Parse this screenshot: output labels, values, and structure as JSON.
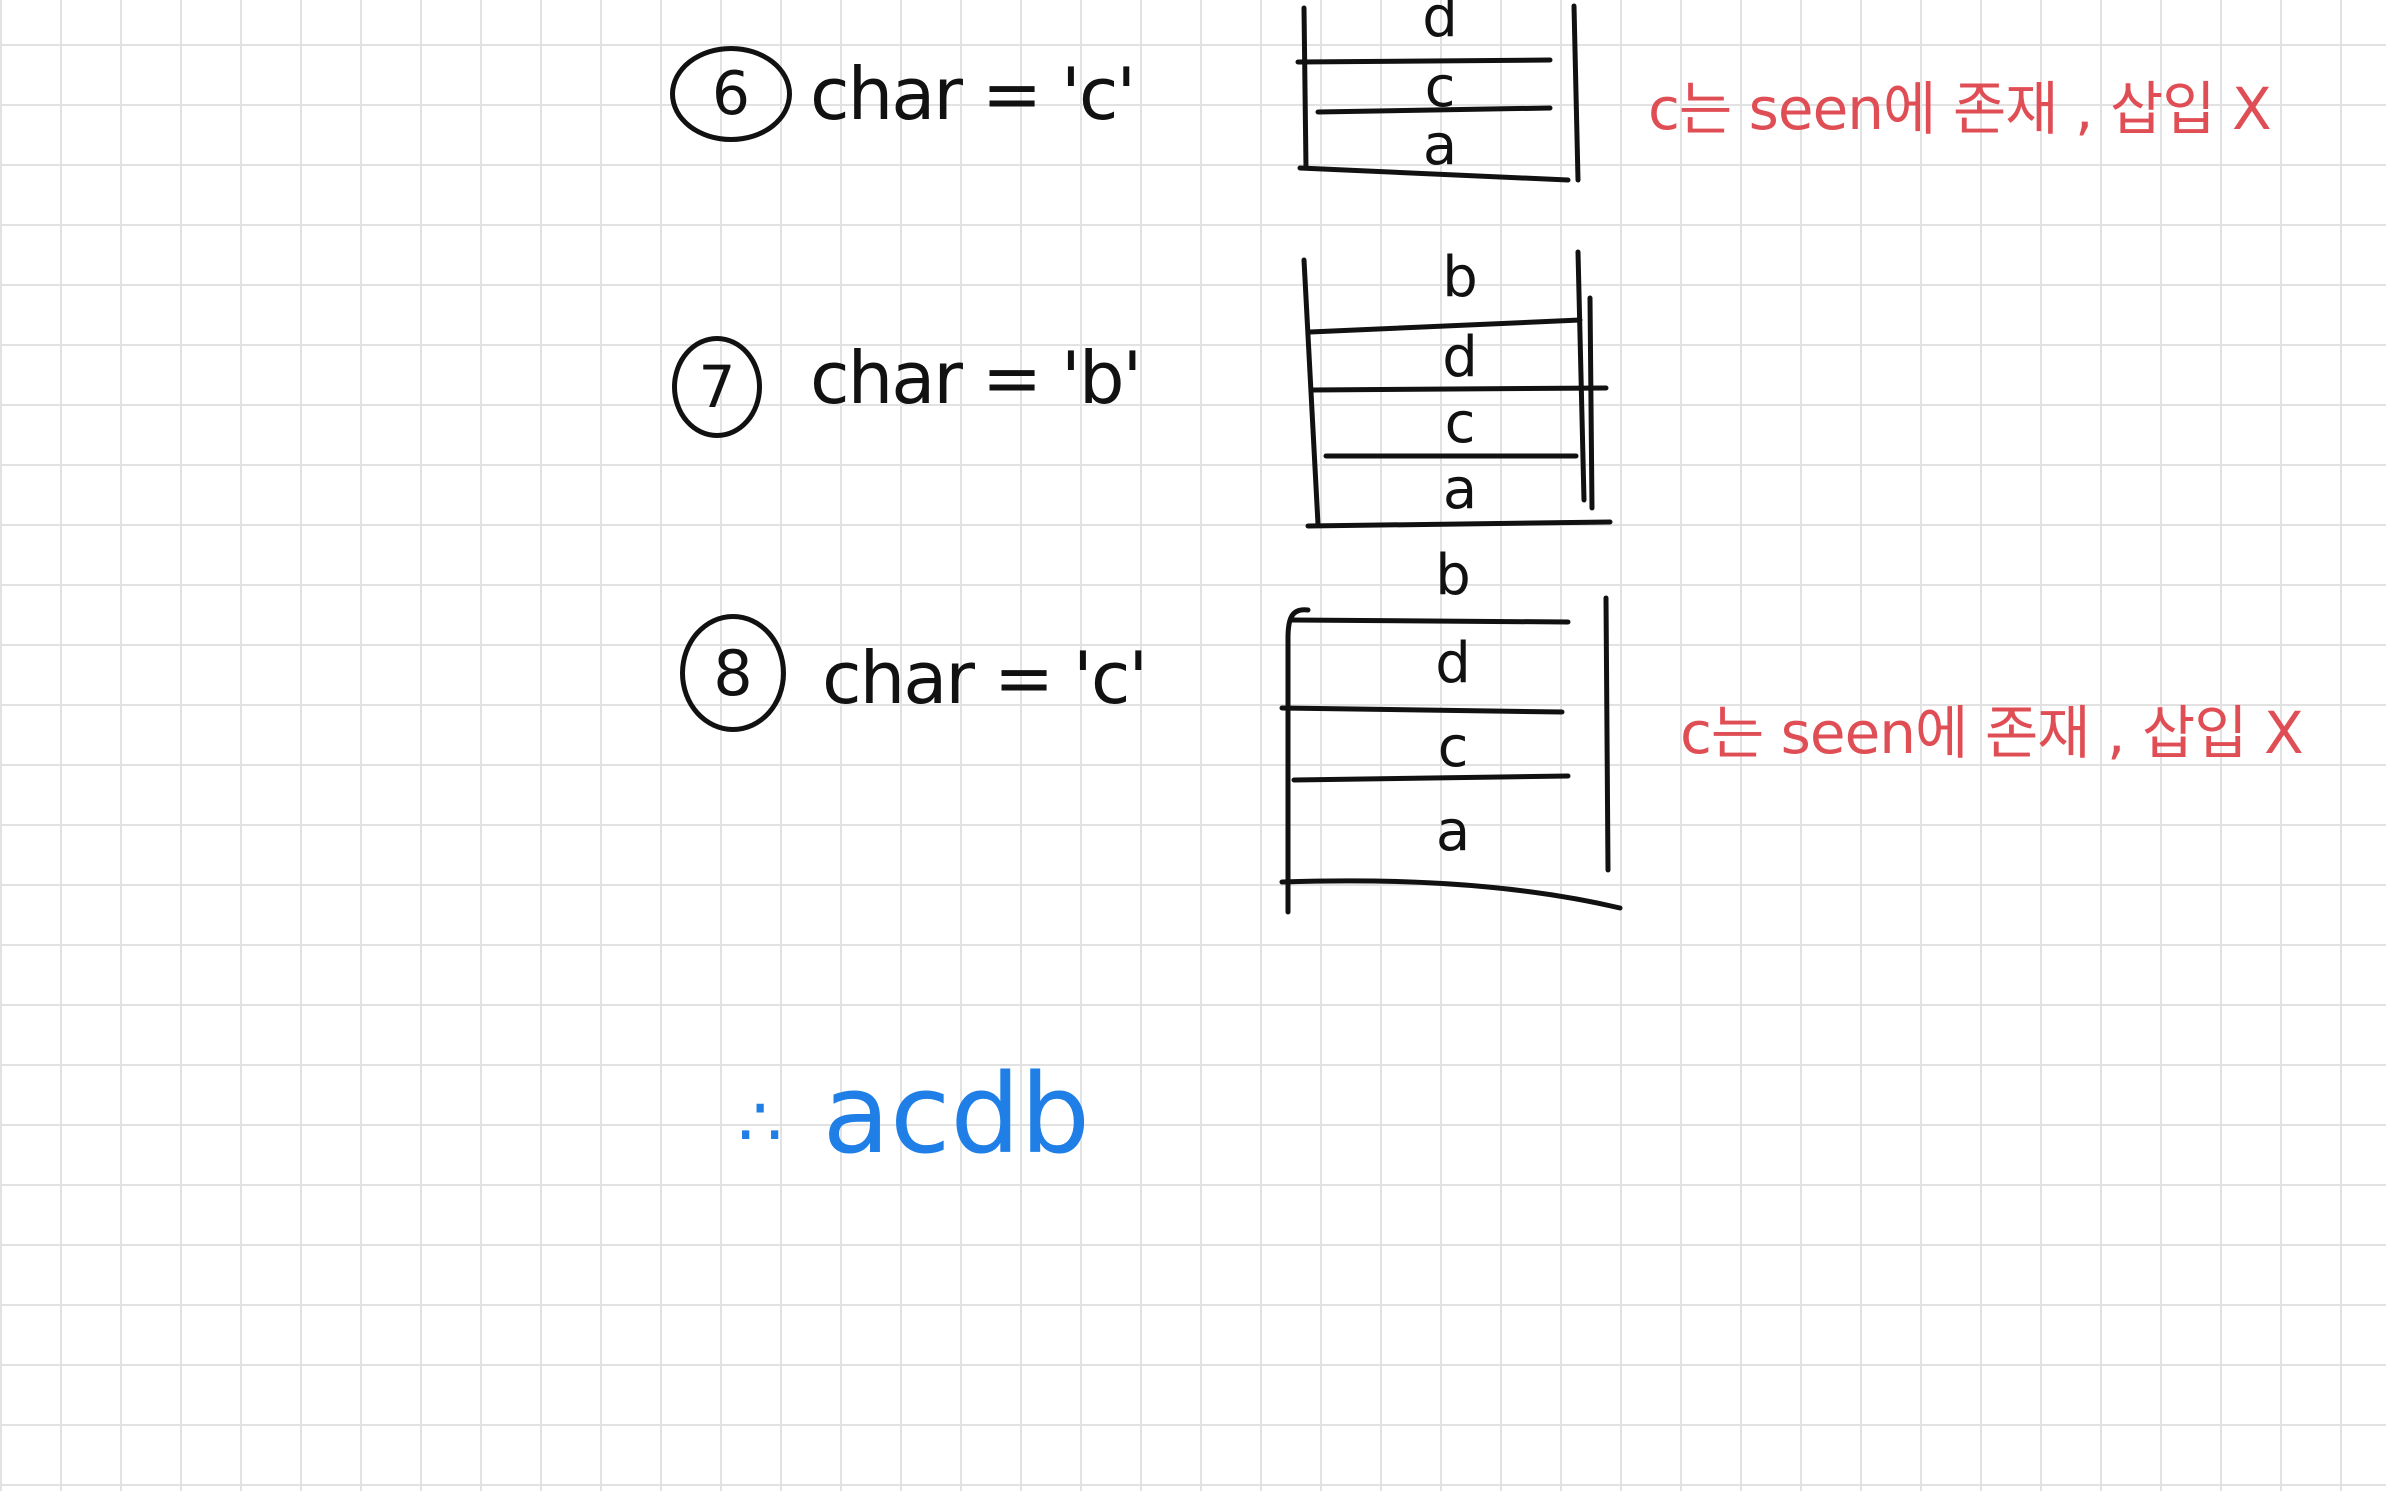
{
  "steps": [
    {
      "number": "6",
      "expression": "char = 'c'",
      "stack": [
        "d",
        "c",
        "a"
      ],
      "note": "c는 seen에 존재 , 삽입 X"
    },
    {
      "number": "7",
      "expression": "char = 'b'",
      "stack": [
        "b",
        "d",
        "c",
        "a"
      ]
    },
    {
      "number": "8",
      "expression": "char = 'c'",
      "stack": [
        "b",
        "d",
        "c",
        "a"
      ],
      "note": "c는 seen에 존재 , 삽입 X"
    }
  ],
  "result": {
    "symbol": "∴",
    "value": "acdb"
  },
  "colors": {
    "ink": "#111111",
    "note": "#e04e55",
    "result": "#1f7fe6",
    "grid": "#e2e2e2"
  }
}
